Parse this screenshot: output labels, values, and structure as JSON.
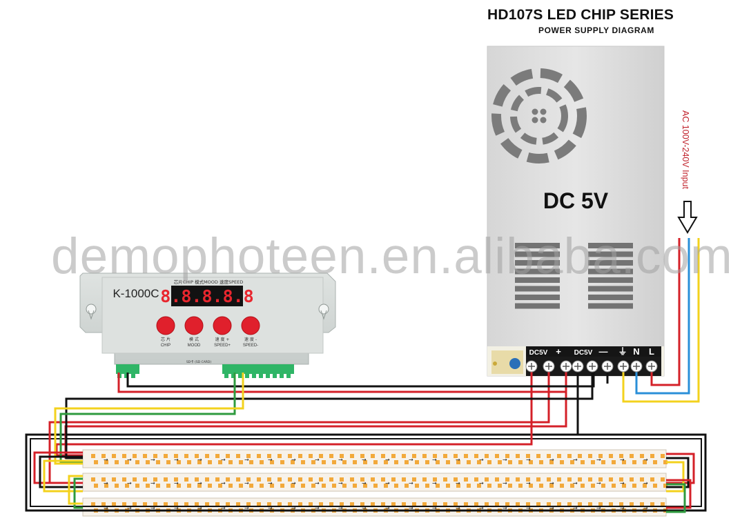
{
  "title": "HD107S LED CHIP SERIES",
  "subtitle": "POWER SUPPLY DIAGRAM",
  "watermark": "demophoteen.en.alibaba.com",
  "power_supply": {
    "label": "DC 5V",
    "terminals": [
      "DC5V",
      "+",
      "DC5V",
      "—",
      "⏚",
      "N",
      "L"
    ]
  },
  "ac_input": "AC 100V-240V Input",
  "controller": {
    "model": "K-1000C",
    "display": "8.8.8.8.8",
    "display_caption": "芯片CHIP 模式MOOD 速度SPEED",
    "buttons": [
      {
        "cn": "芯 片",
        "en": "CHIP"
      },
      {
        "cn": "模 式",
        "en": "MOOD"
      },
      {
        "cn": "速 度 +",
        "en": "SPEED+"
      },
      {
        "cn": "速 度 -",
        "en": "SPEED-"
      }
    ],
    "sd_label": "SD卡 (SD CARD)"
  },
  "colors": {
    "red": "#d42028",
    "black": "#111111",
    "yellow": "#f3d21d",
    "green": "#2e9a3e",
    "blue": "#2a8fd8",
    "button_red": "#e0202c",
    "terminal_green": "#2fb566"
  }
}
